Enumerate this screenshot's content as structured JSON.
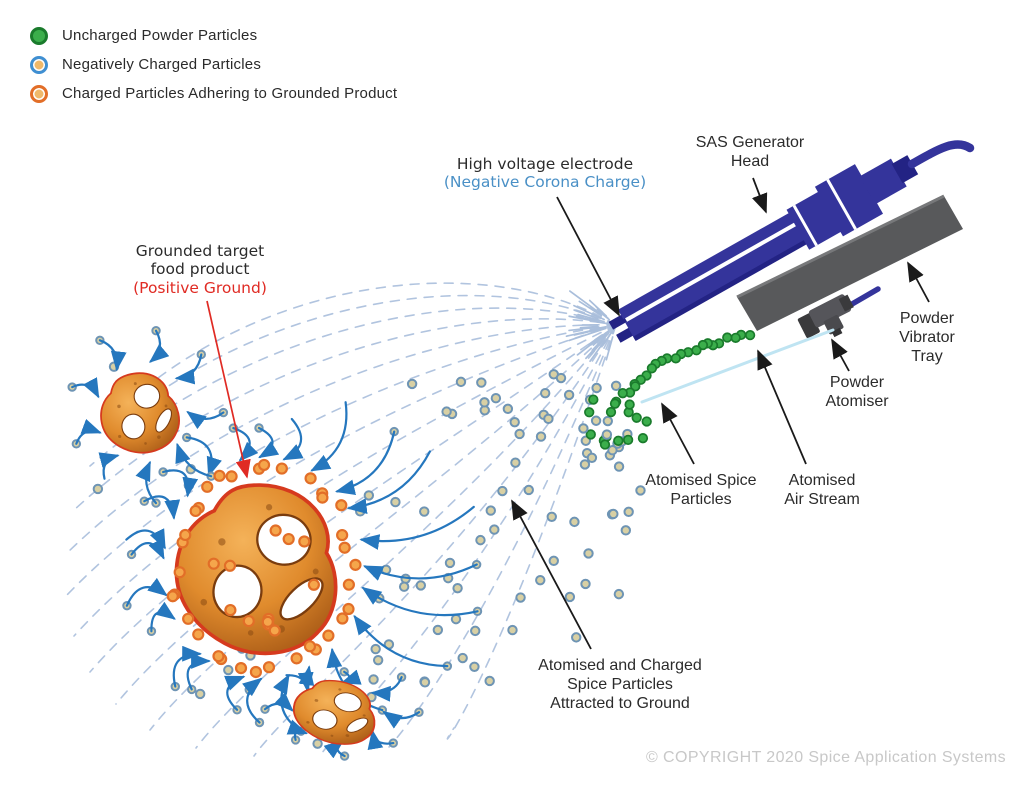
{
  "title": "Electrostatic spice application system diagram",
  "legend": {
    "items": [
      {
        "label": "Uncharged Powder Particles",
        "fill": "#3BAE4B",
        "ring": "#1A7B2C"
      },
      {
        "label": "Negatively Charged Particles",
        "fill": "#F0B96A",
        "ring": "#3F8FD2"
      },
      {
        "label": "Charged Particles Adhering to Grounded Product",
        "fill": "#F0B96A",
        "ring": "#E26E28"
      }
    ]
  },
  "labels": {
    "high_voltage": [
      "High voltage electrode",
      "(Negative Corona Charge)"
    ],
    "sas_generator": [
      "SAS Generator",
      "Head"
    ],
    "grounded": [
      "Grounded target",
      "food product",
      "(Positive Ground)"
    ],
    "powder_vibrator": [
      "Powder",
      "Vibrator",
      "Tray"
    ],
    "powder_atomiser": [
      "Powder",
      "Atomiser"
    ],
    "atomised_spice": [
      "Atomised Spice",
      "Particles"
    ],
    "atomised_air": [
      "Atomised",
      "Air Stream"
    ],
    "attracted": [
      "Atomised and Charged",
      "Spice Particles",
      "Attracted to Ground"
    ],
    "copyright": "© COPYRIGHT 2020 Spice Application Systems"
  },
  "colors": {
    "navy": "#34349B",
    "navy_dark": "#232384",
    "tray": "#58595B",
    "tray_edge": "#77787A",
    "field_line": "#A9BEDB",
    "arrow_blue": "#2577BE",
    "particle_ring": "#6E94B4",
    "particle_fill": "#D8D0A4",
    "green_fill": "#3BAE4B",
    "green_ring": "#1A7B2C",
    "orange_fill": "#F5A64B",
    "orange_ring": "#E26E28",
    "label": "#2B2B2B",
    "blue_text": "#4A90C6",
    "red": "#E02B24",
    "copyright": "#C8C8C8",
    "air": "#BFE4F2",
    "pretzel_stroke": "#D63A1E",
    "hole_rim": "#7A3C0E"
  },
  "figure": {
    "type": "diagram",
    "electrode_tip": [
      616,
      325
    ],
    "counts": {
      "field_lines": 15,
      "scattered_charged_particles": 92,
      "green_stream_particles": 38,
      "adhered_particles": 46,
      "attraction_arrows": 41
    }
  }
}
